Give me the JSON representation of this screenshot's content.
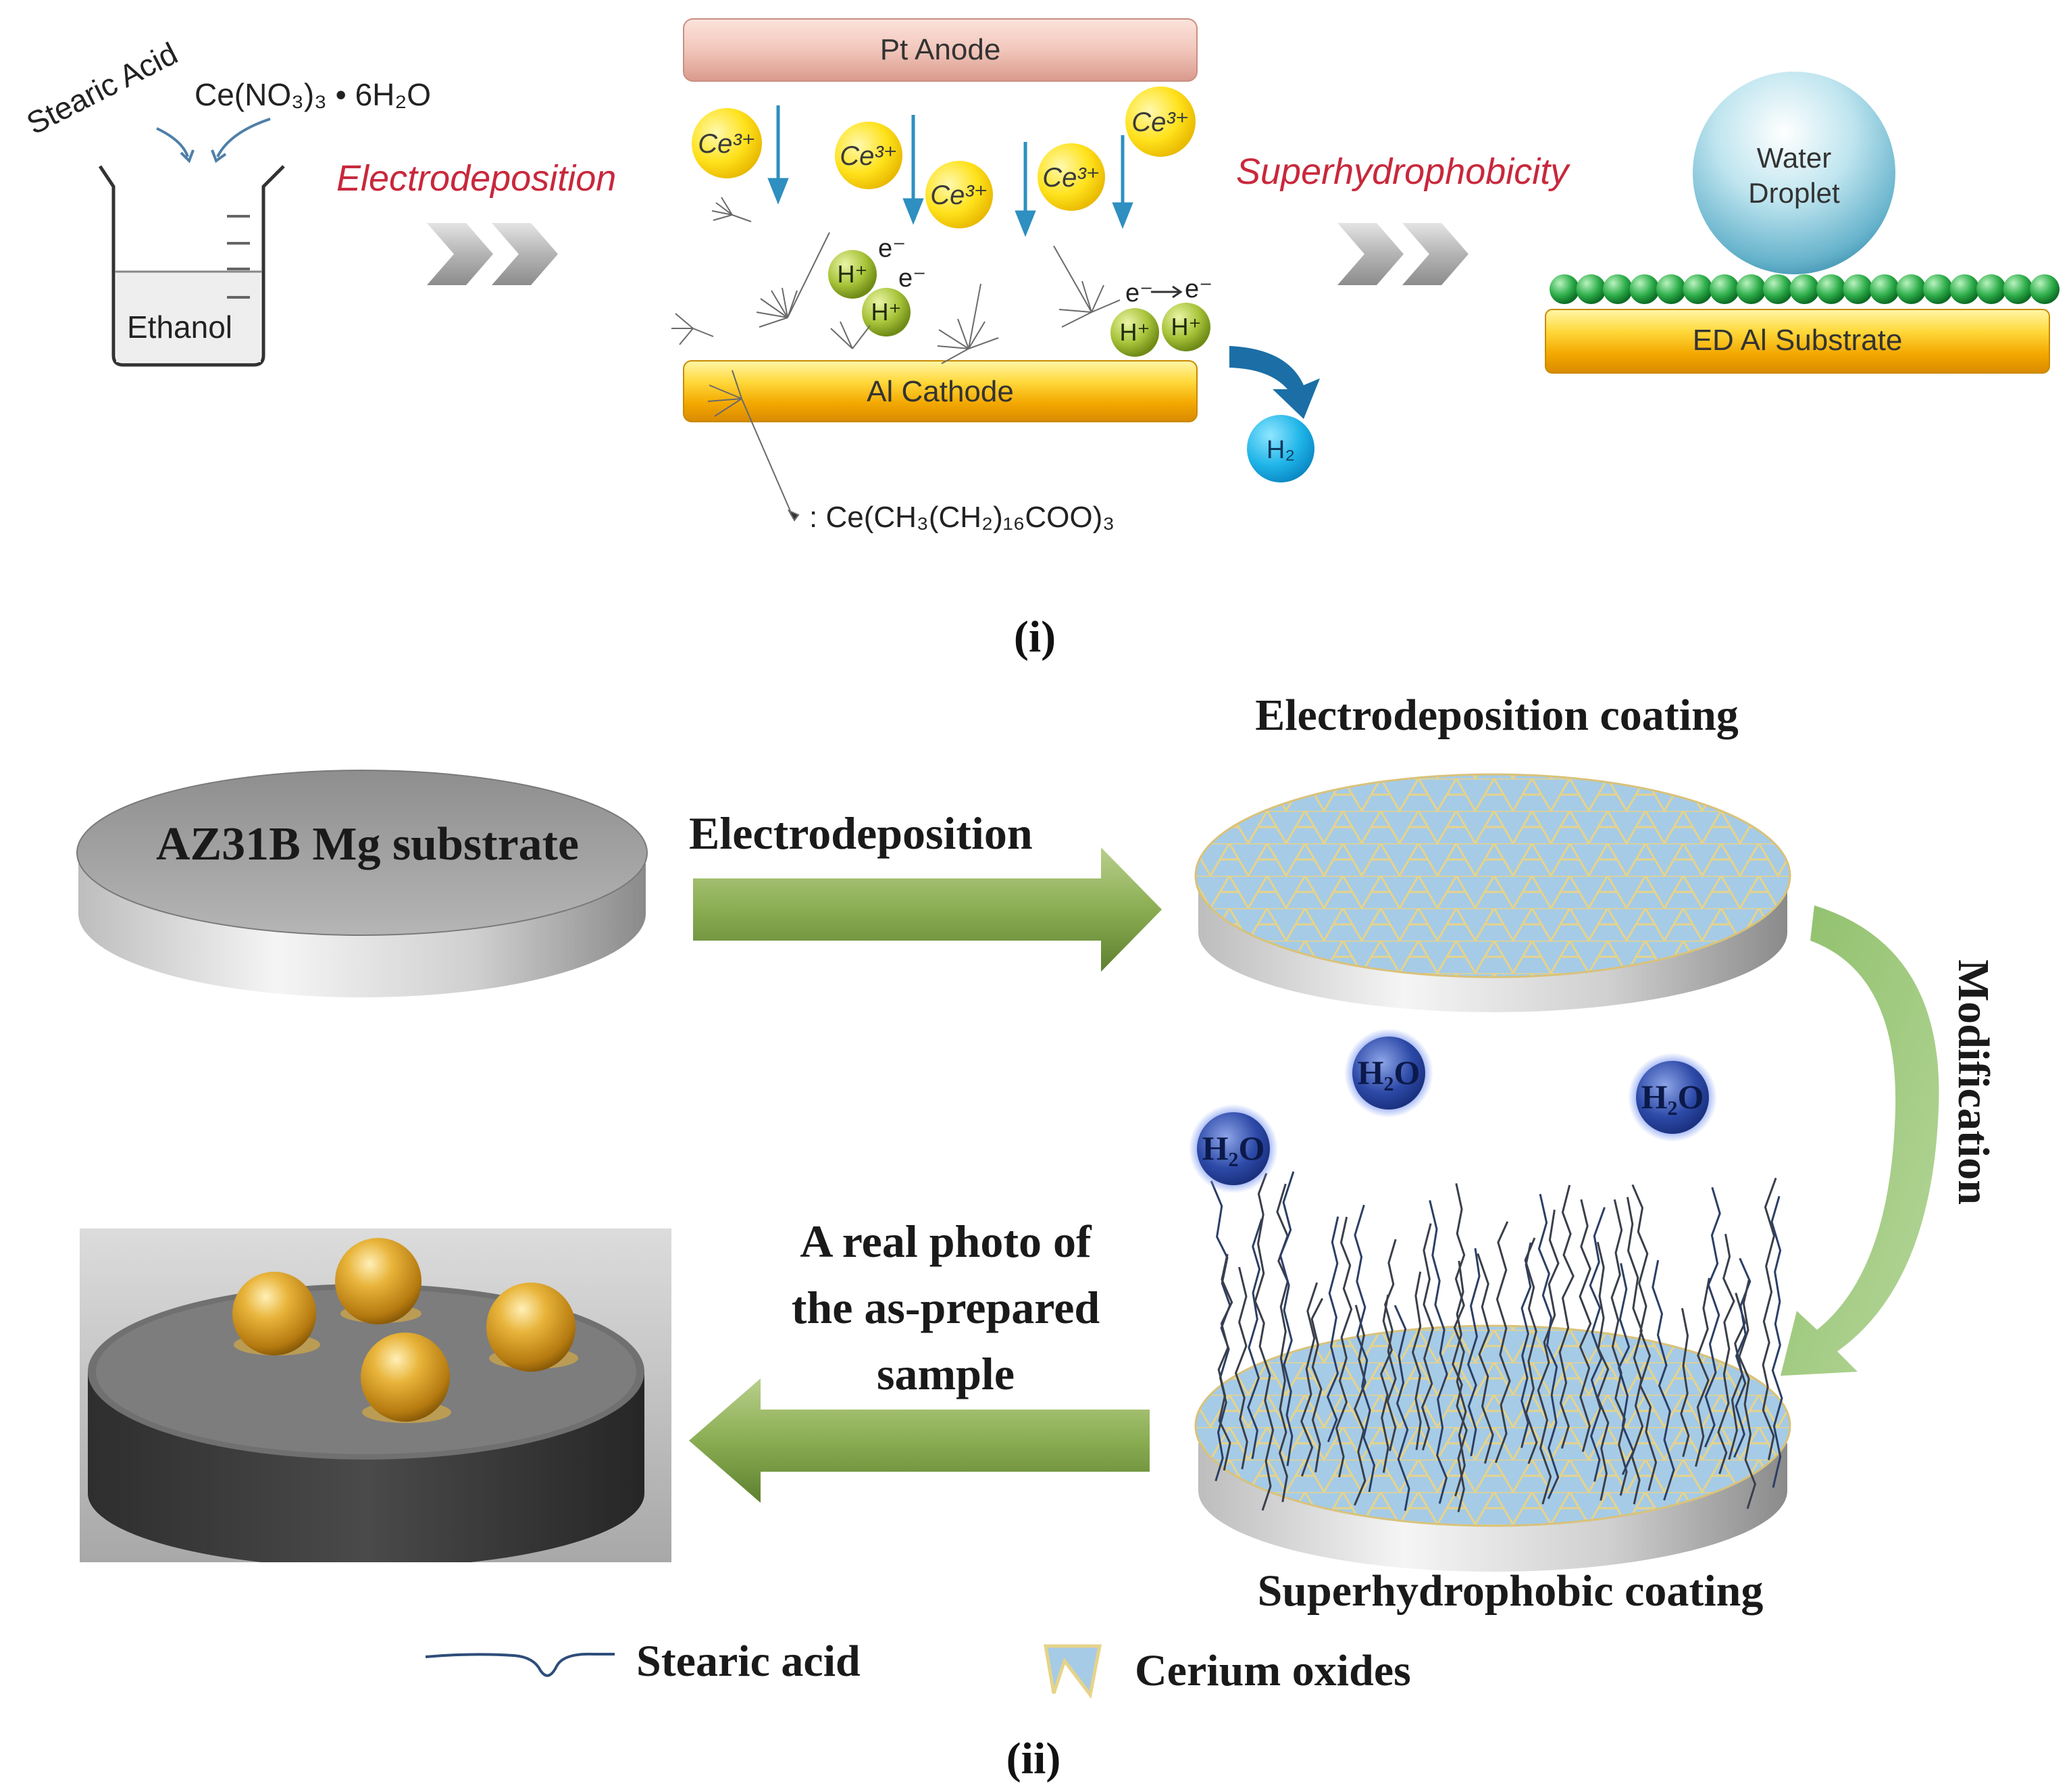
{
  "panel_i": {
    "caption": "(i)",
    "beaker": {
      "reagent_1": "Stearic Acid",
      "reagent_2": "Ce(NO₃)₃ • 6H₂O",
      "solvent": "Ethanol"
    },
    "step_1_label": "Electrodeposition",
    "step_2_label": "Superhydrophobicity",
    "cell": {
      "anode": "Pt Anode",
      "cathode": "Al Cathode",
      "ion_ce": "Ce³⁺",
      "ion_h": "H⁺",
      "electron": "e⁻",
      "gas": "H₂"
    },
    "legend_formula": ":   Ce(CH₃(CH₂)₁₆COO)₃",
    "droplet_label_1": "Water",
    "droplet_label_2": "Droplet",
    "substrate_label": "ED Al Substrate",
    "colors": {
      "step_label": "#c8283c",
      "yellow": "#ffd21a",
      "ion_blue": "#2e8fc0"
    }
  },
  "panel_ii": {
    "caption": "(ii)",
    "substrate_label": "AZ31B Mg substrate",
    "step_electrodeposition": "Electrodeposition",
    "coating_top_label": "Electrodeposition coating",
    "step_modification": "Modification",
    "water_molecule": "H₂O",
    "photo_label_1": "A real photo of",
    "photo_label_2": "the as-prepared",
    "photo_label_3": "sample",
    "coating_bottom_label": "Superhydrophobic coating",
    "legend_stearic": "Stearic acid",
    "legend_cerium": "Cerium oxides",
    "colors": {
      "arrow_green": "#8fb05a",
      "cerium": "#a6cbe6"
    }
  }
}
